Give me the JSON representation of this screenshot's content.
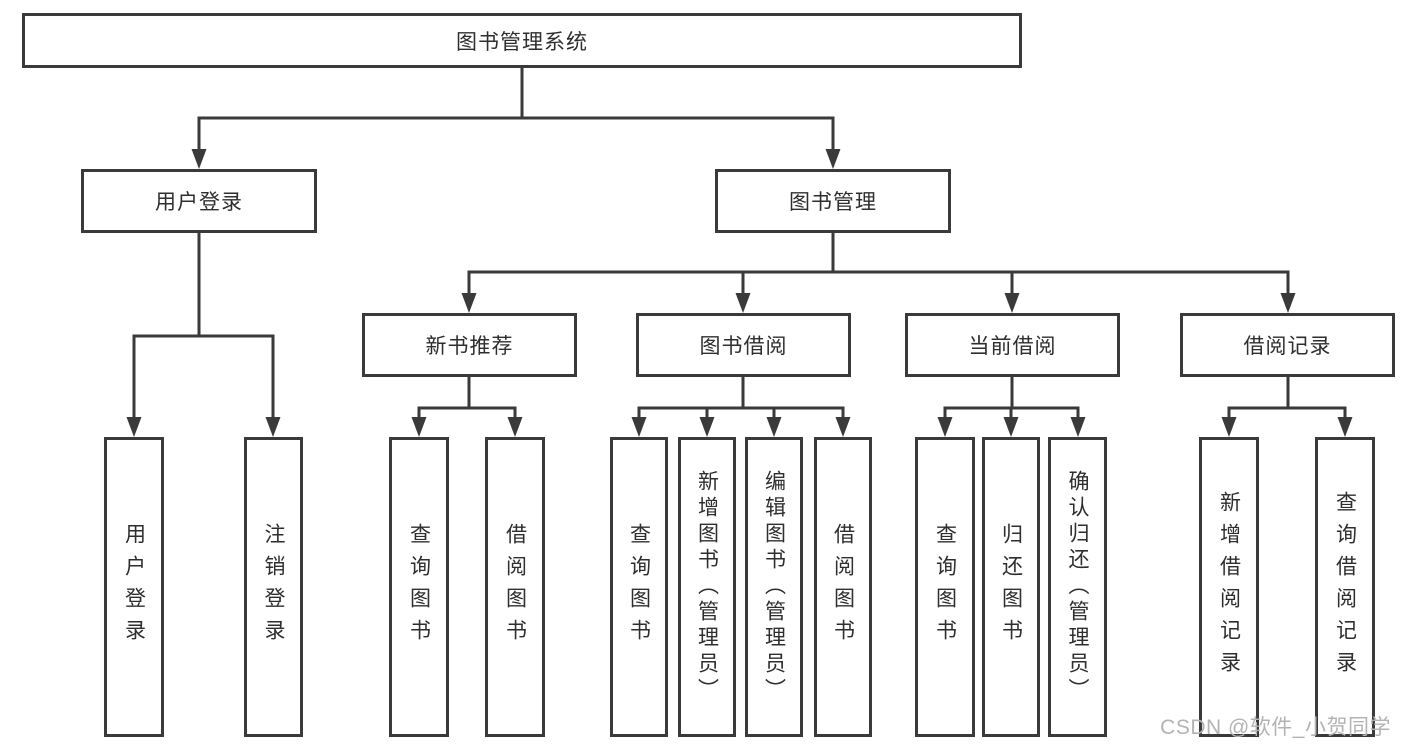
{
  "colors": {
    "line": "#3a3a3a",
    "text": "#2e2e2e",
    "watermark": "#b3b3b3",
    "background": "#ffffff"
  },
  "root": {
    "label": "图书管理系统"
  },
  "branches": [
    {
      "label": "用户登录",
      "children": [
        {
          "label": "用户登录"
        },
        {
          "label": "注销登录"
        }
      ]
    },
    {
      "label": "图书管理",
      "children": [
        {
          "label": "新书推荐",
          "children": [
            {
              "label": "查询图书"
            },
            {
              "label": "借阅图书"
            }
          ]
        },
        {
          "label": "图书借阅",
          "children": [
            {
              "label": "查询图书"
            },
            {
              "label": "新增图书（管理员）"
            },
            {
              "label": "编辑图书（管理员）"
            },
            {
              "label": "借阅图书"
            }
          ]
        },
        {
          "label": "当前借阅",
          "children": [
            {
              "label": "查询图书"
            },
            {
              "label": "归还图书"
            },
            {
              "label": "确认归还（管理员）"
            }
          ]
        },
        {
          "label": "借阅记录",
          "children": [
            {
              "label": "新增借阅记录"
            },
            {
              "label": "查询借阅记录"
            }
          ]
        }
      ]
    }
  ],
  "watermark": {
    "text": "CSDN @软件_小贺同学"
  }
}
